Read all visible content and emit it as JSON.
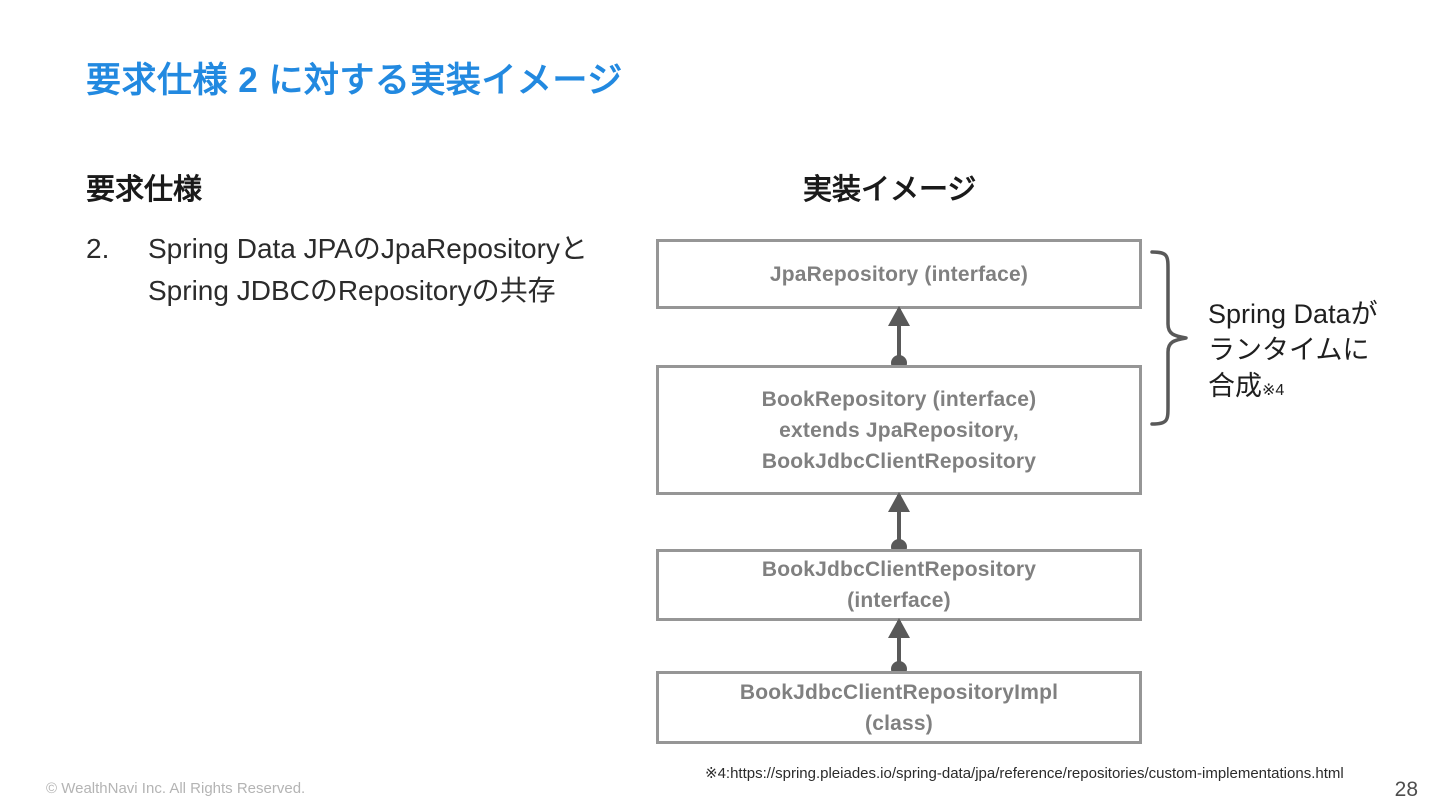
{
  "slide": {
    "title": "要求仕様 2 に対する実装イメージ",
    "title_color": "#2289E0",
    "page_number": "28",
    "copyright": "© WealthNavi Inc. All Rights Reserved."
  },
  "left_column": {
    "heading": "要求仕様",
    "items": [
      {
        "number": "2.",
        "line1": "Spring Data JPAのJpaRepositoryと",
        "line2": "Spring JDBCのRepositoryの共存"
      }
    ]
  },
  "right_column": {
    "heading": "実装イメージ",
    "diagram": {
      "box_border_color": "#969696",
      "box_text_color": "#808080",
      "connector_color": "#595959",
      "boxes": [
        {
          "label": "JpaRepository (interface)"
        },
        {
          "label": "BookRepository (interface)\nextends JpaRepository,\nBookJdbcClientRepository"
        },
        {
          "label": "BookJdbcClientRepository\n(interface)"
        },
        {
          "label": "BookJdbcClientRepositoryImpl\n(class)"
        }
      ]
    },
    "annotation": {
      "line1": "Spring Dataが",
      "line2": "ランタイムに",
      "line3": "合成",
      "superscript": "※4"
    }
  },
  "footnote": {
    "text": "※4:https://spring.pleiades.io/spring-data/jpa/reference/repositories/custom-implementations.html"
  }
}
